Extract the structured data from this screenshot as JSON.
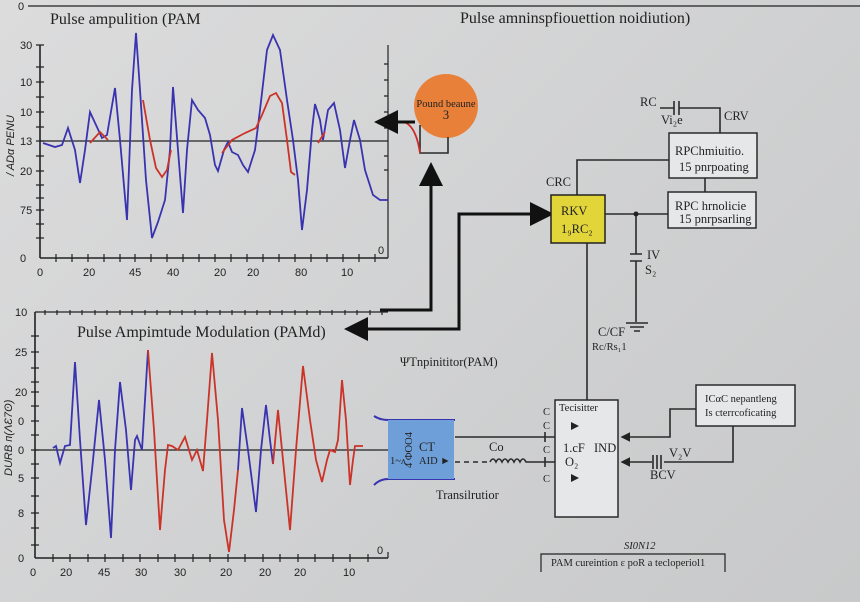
{
  "header": {
    "corner_label": "0",
    "main_title": "Pulse amninspfiouettion noidiution)"
  },
  "top_chart": {
    "title": "Pulse ampulition  (PAM",
    "ylabel": "/ ADα PENU",
    "y_ticks": [
      "30",
      "10",
      "10",
      "13",
      "20",
      "75",
      "0"
    ],
    "x_ticks": [
      "0",
      "20",
      "45",
      "40",
      "20",
      "20",
      "80",
      "10"
    ],
    "right_label": "0"
  },
  "bottom_chart": {
    "title": "Pulse Ampimtude Modulation (PAMd)",
    "ylabel": "DURB ᴨ(ΛƐ7ʘ)",
    "y_ticks": [
      "10",
      "25",
      "20",
      "0",
      "0",
      "5",
      "8",
      "0"
    ],
    "x_ticks": [
      "0",
      "20",
      "45",
      "30",
      "30",
      "20",
      "20",
      "20",
      "10"
    ],
    "right_label": "0"
  },
  "source_circle": {
    "line1": "Pound beaune",
    "line2": "3",
    "color": "#e8803a"
  },
  "circuit": {
    "rc_label": "RC",
    "vize_label": "Vi₂e",
    "crv_label": "CRV",
    "box1": {
      "line1": "RPChmiuitio.",
      "line2": "15 pnrpoating"
    },
    "box2": {
      "line1": "RPC hrnolicie",
      "line2": "15 pnrpsarling"
    },
    "crc_label": "CRC",
    "yellow_box": {
      "line1": "RKV",
      "line2": "1₉RC₂",
      "color": "#e2d53a"
    },
    "cap_label1": "IV",
    "cap_label2": "S₂",
    "ccf_label": "C/CF",
    "rcrs_label": "Rc/Rs₁1",
    "modulator_label": "ΨΤnpinititor(PAM)",
    "transistor": {
      "line1": "CT",
      "line2": "AID ►",
      "side": "1~ᴧ",
      "vertical": "4 ΦOO4",
      "color": "#6f9fd8"
    },
    "co_label": "Co",
    "transistor_caption": "Transilrutior",
    "block": {
      "title": "Tecisitter",
      "left1": "1.cF",
      "left2": "O₂",
      "right": "IND",
      "pins": [
        "C",
        "C",
        "C",
        "C"
      ]
    },
    "right_box": {
      "line1": "ICαC nepantleng",
      "line2": "Is cterrcoficating"
    },
    "v2v_label": "V₂V",
    "bcv_label": "BCV"
  },
  "footer": {
    "tag": "SI0N12",
    "caption": "PAM cureintion ε poR a tecloperiol1"
  }
}
